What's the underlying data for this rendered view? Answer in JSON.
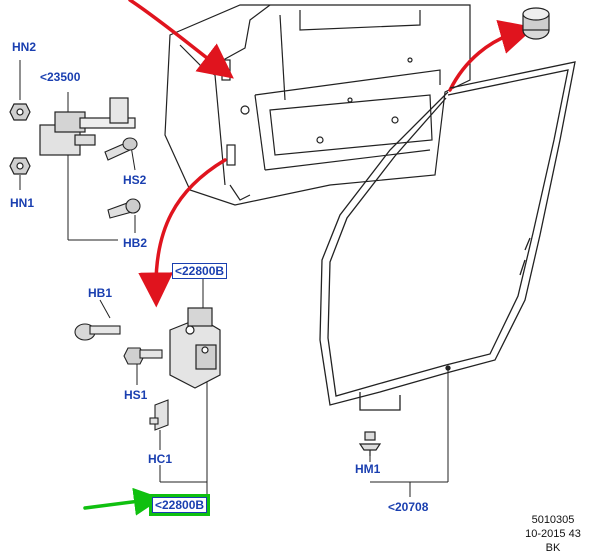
{
  "labels": {
    "hn2": "HN2",
    "part_23500": "<23500",
    "hn1": "HN1",
    "hs2": "HS2",
    "hb2": "HB2",
    "part_22800b_top": "<22800B",
    "hb1": "HB1",
    "hs1": "HS1",
    "hc1": "HC1",
    "part_22800b_bottom": "<22800B",
    "hm1": "HM1",
    "part_20708": "<20708"
  },
  "footer": {
    "line1": "5010305",
    "line2": "10-2015 43",
    "line3": "BK"
  },
  "colors": {
    "label": "#1a3fb0",
    "arrow_red": "#e0141e",
    "arrow_green": "#10c010",
    "line": "#222222"
  }
}
